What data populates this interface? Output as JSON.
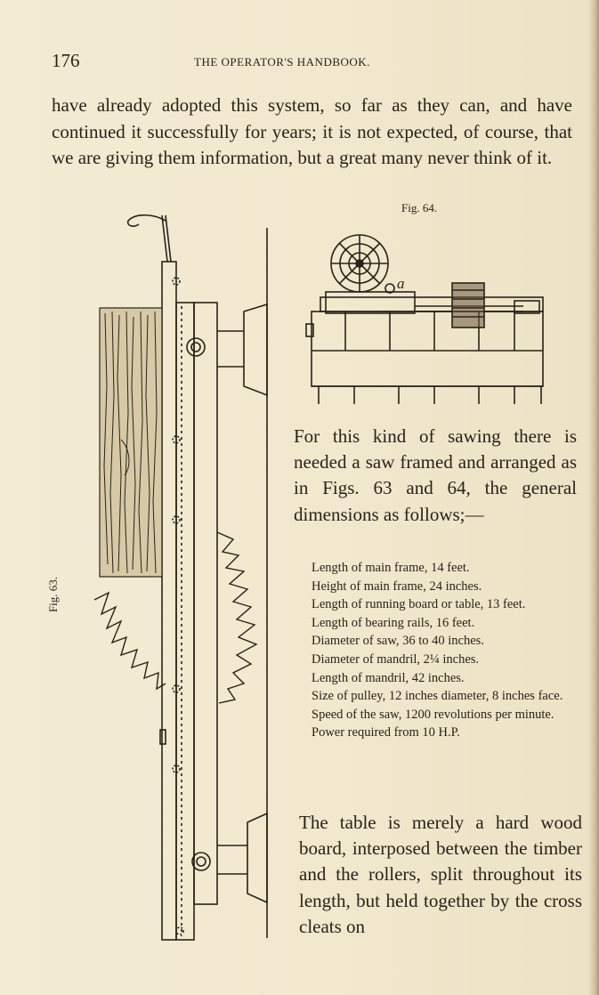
{
  "header": {
    "page_number": "176",
    "running_head": "THE OPERATOR'S HANDBOOK."
  },
  "paragraphs": {
    "top": "have already adopted this system, so far as they can, and have continued it successfully for years; it is not expected, of course, that we are giving them information, but a great many never think of it.",
    "middle": "For this kind of sawing there is needed a saw framed and arranged as in Figs. 63 and 64, the general dimensions as follows;—",
    "bottom": "The table is merely a hard wood board, interposed between the timber and the rollers, split throughout its length, but held together by the cross cleats on"
  },
  "figures": {
    "fig64": {
      "label": "Fig. 64.",
      "part_letter": "a"
    },
    "fig63": {
      "label": "Fig. 63."
    }
  },
  "dimensions": [
    "Length of main frame, 14 feet.",
    "Height of main frame, 24 inches.",
    "Length of running board or table, 13 feet.",
    "Length of bearing rails, 16 feet.",
    "Diameter of saw, 36 to 40 inches.",
    "Diameter of mandril, 2¼ inches.",
    "Length of mandril, 42 inches.",
    "Size of pulley, 12 inches diameter, 8 inches face.",
    "Speed of the saw, 1200 revolutions per minute.",
    "Power required from 10 H.P."
  ],
  "colors": {
    "paper": "#f1e8ce",
    "ink": "#2a2218"
  }
}
